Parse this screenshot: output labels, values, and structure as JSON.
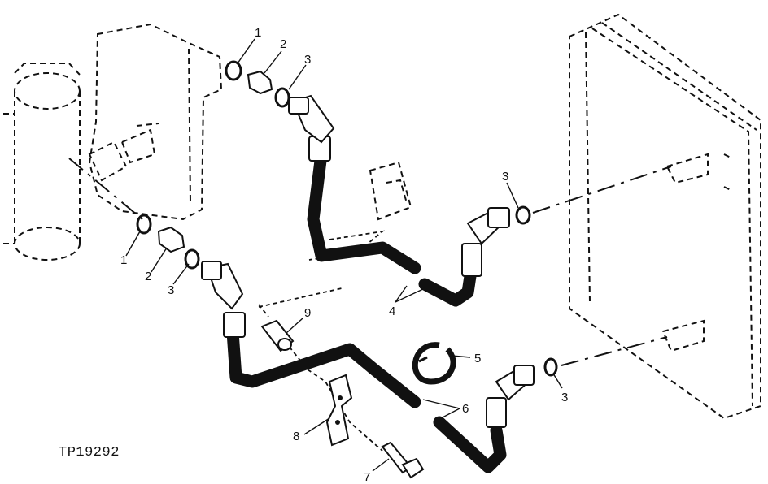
{
  "figure": {
    "reference_code": "TP19292",
    "callouts": {
      "c1_top": "1",
      "c2_top": "2",
      "c3_top": "3",
      "c1_left": "1",
      "c2_left": "2",
      "c3_left": "3",
      "c3_right_upper": "3",
      "c3_right_lower": "3",
      "c4": "4",
      "c5": "5",
      "c6": "6",
      "c7": "7",
      "c8": "8",
      "c9": "9"
    }
  }
}
